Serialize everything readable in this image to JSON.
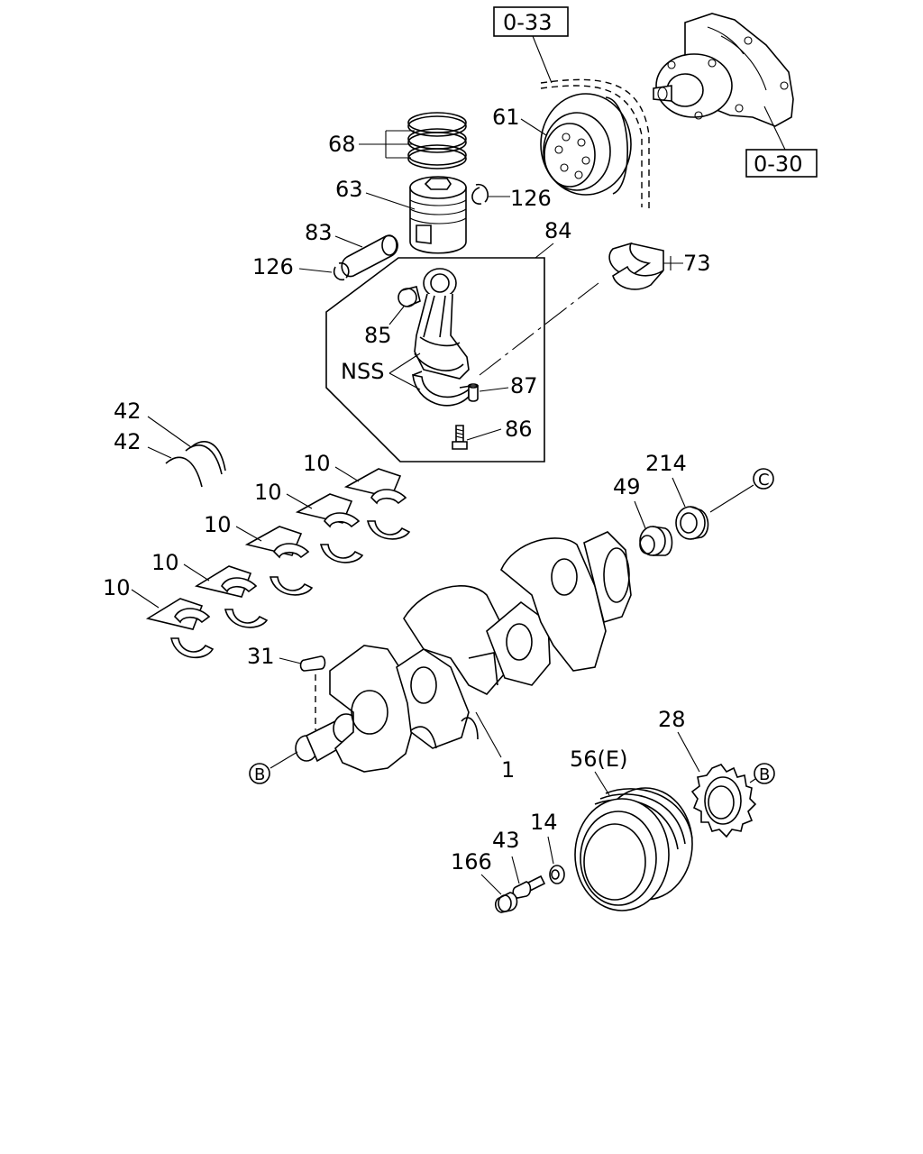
{
  "references": {
    "ref_top": "0-33",
    "ref_right": "0-30"
  },
  "callouts": {
    "c1": "1",
    "c10a": "10",
    "c10b": "10",
    "c10c": "10",
    "c10d": "10",
    "c10e": "10",
    "c14": "14",
    "c28": "28",
    "c31": "31",
    "c42a": "42",
    "c42b": "42",
    "c43": "43",
    "c49": "49",
    "c56": "56(E)",
    "c61": "61",
    "c63": "63",
    "c68": "68",
    "c73": "73",
    "c83": "83",
    "c84": "84",
    "c85": "85",
    "c86": "86",
    "c87": "87",
    "c126a": "126",
    "c126b": "126",
    "c166": "166",
    "c214": "214",
    "nss": "NSS"
  },
  "connectors": {
    "b_left": "B",
    "b_right": "B",
    "c_right": "C"
  }
}
